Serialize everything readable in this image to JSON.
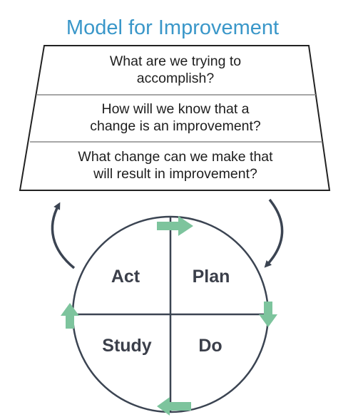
{
  "title": "Model for Improvement",
  "questions": [
    {
      "line1": "What are we trying to",
      "line2": "accomplish?"
    },
    {
      "line1": "How will we know that a",
      "line2": "change is an improvement?"
    },
    {
      "line1": "What change can we make that",
      "line2": "will result in improvement?"
    }
  ],
  "cycle": {
    "act": "Act",
    "plan": "Plan",
    "study": "Study",
    "do": "Do"
  },
  "colors": {
    "title": "#3a97c9",
    "arrow_green": "#7dc49d",
    "line_dark": "#3b4452",
    "text_dark": "#1e1e1e"
  },
  "icons": {
    "cycle_arrows": "arrow-right, arrow-down, arrow-left, arrow-up",
    "curved_arrows": "curved-arrow-left, curved-arrow-right"
  }
}
